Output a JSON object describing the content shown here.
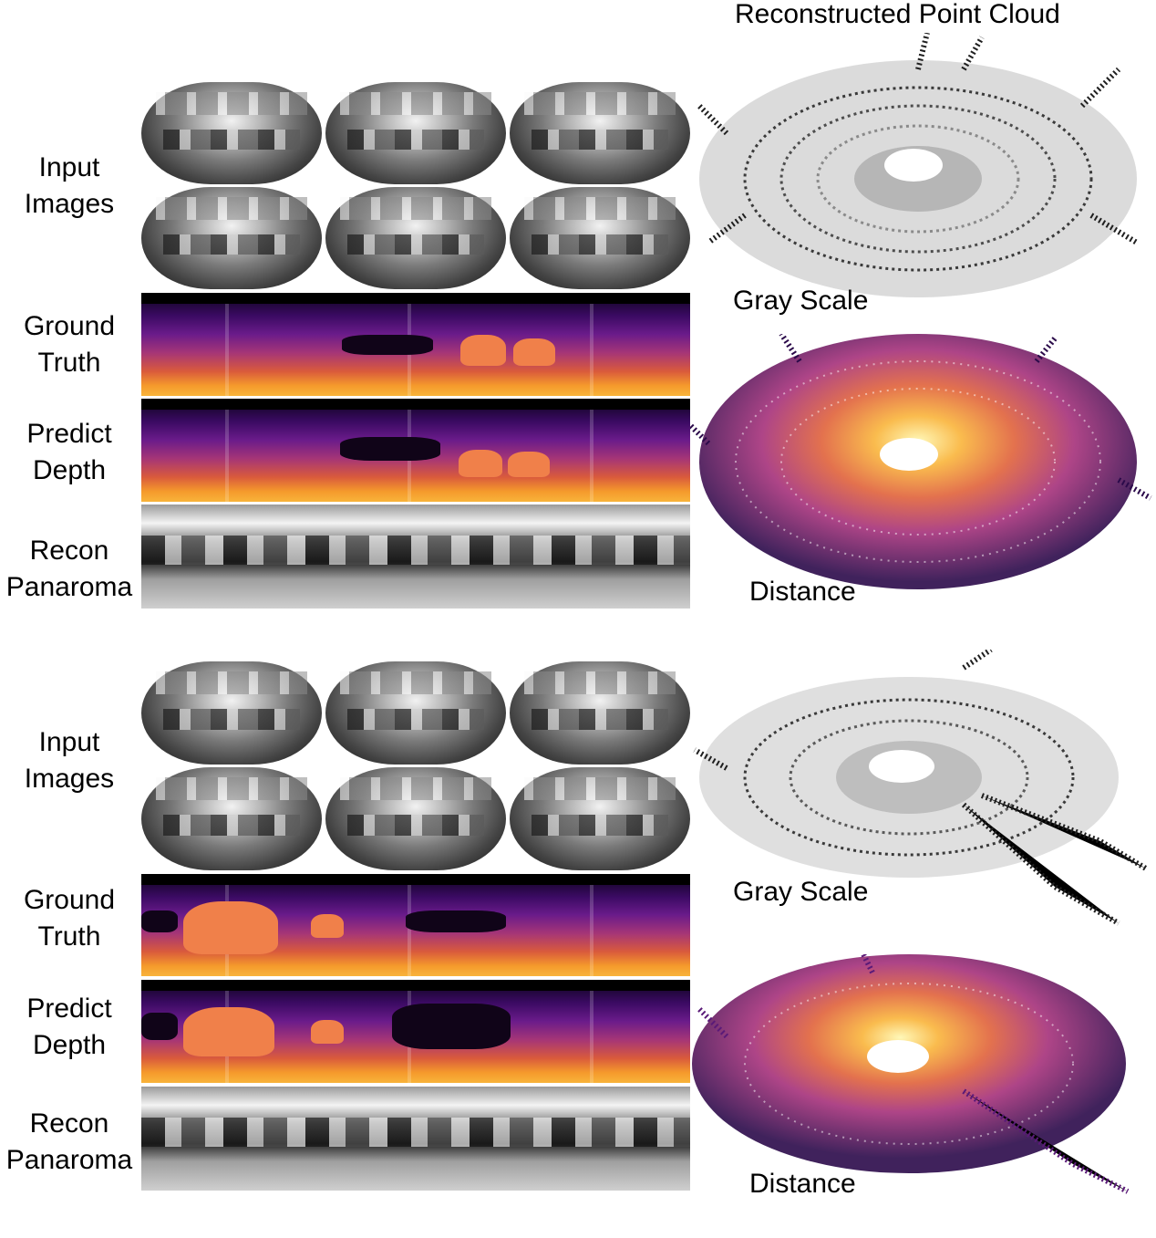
{
  "header": {
    "title": "Reconstructed Point Cloud"
  },
  "rows": {
    "input_images": "Input\nImages",
    "ground_truth": "Ground\nTruth",
    "predict_depth": "Predict\nDepth",
    "recon_panorama": "Recon\nPanaroma"
  },
  "cloud_labels": {
    "gray_scale": "Gray Scale",
    "distance": "Distance"
  },
  "colors": {
    "depth_far": "#0a0418",
    "depth_mid": "#a53577",
    "depth_near": "#f8b43a",
    "gray_dark": "#111111",
    "gray_light": "#f2f2f2"
  }
}
